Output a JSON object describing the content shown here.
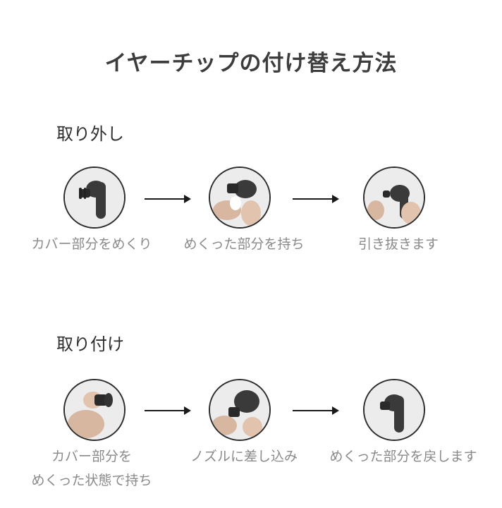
{
  "title": "イヤーチップの付け替え方法",
  "removal": {
    "heading": "取り外し",
    "steps": [
      {
        "caption": "カバー部分をめくり",
        "image": "earbud-icon"
      },
      {
        "caption": "めくった部分を持ち",
        "image": "hand-holding-eartip-icon"
      },
      {
        "caption": "引き抜きます",
        "image": "eartip-pulled-off-icon"
      }
    ]
  },
  "attachment": {
    "heading": "取り付け",
    "steps": [
      {
        "caption_line1": "カバー部分を",
        "caption_line2": "めくった状態で持ち",
        "image": "hand-holding-eartip-icon"
      },
      {
        "caption": "ノズルに差し込み",
        "image": "eartip-inserting-icon"
      },
      {
        "caption": "めくった部分を戻します",
        "image": "earbud-icon"
      }
    ]
  },
  "arrow_icon": "right-arrow-icon",
  "colors": {
    "circle_border": "#2c2c2c",
    "circle_bg": "#ececec",
    "earbud": "#3a3a3a",
    "caption": "#8a8a8a"
  }
}
